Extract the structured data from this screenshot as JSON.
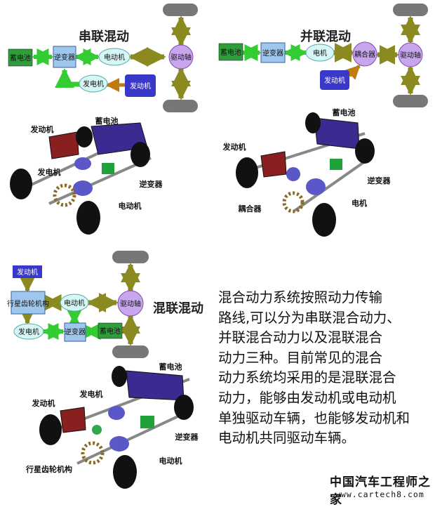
{
  "series_diagram": {
    "title": "串联混动",
    "labels": {
      "battery": "蓄电池",
      "inverter": "逆变器",
      "motor": "电动机",
      "drive_axle": "驱动轴",
      "generator": "发电机",
      "engine": "发动机"
    }
  },
  "parallel_diagram": {
    "title": "并联混动",
    "labels": {
      "battery": "蓄电池",
      "inverter": "逆变器",
      "motor": "电机",
      "coupler": "耦合器",
      "drive_axle": "驱动轴",
      "engine": "发动机"
    }
  },
  "series_parallel_diagram": {
    "title": "混联混动",
    "labels": {
      "engine": "发动机",
      "planetary": "行星齿轮机构",
      "motor": "电动机",
      "drive_axle": "驱动轴",
      "generator": "发电机",
      "inverter": "逆变器",
      "battery": "蓄电池"
    }
  },
  "series_car": {
    "labels": {
      "engine": "发动机",
      "battery": "蓄电池",
      "generator": "发电机",
      "inverter": "逆变器",
      "motor": "电动机"
    }
  },
  "parallel_car": {
    "labels": {
      "battery": "蓄电池",
      "engine": "发动机",
      "inverter": "逆变器",
      "motor": "电机",
      "coupler": "耦合器"
    }
  },
  "series_parallel_car": {
    "labels": {
      "battery": "蓄电池",
      "generator": "发电机",
      "engine": "发动机",
      "inverter": "逆变器",
      "planetary": "行星齿轮机构",
      "motor": "电动机"
    }
  },
  "description": [
    "混合动力系统按照动力传输",
    "路线,可以分为串联混合动力、",
    "并联混合动力以及混联混合",
    "动力三种。目前常见的混合",
    "动力系统均采用的是混联混合",
    "动力，能够由发动机或电动机",
    "单独驱动车辆，也能够发动机和",
    "电动机共同驱动车辆。"
  ],
  "watermark": {
    "name": "中国汽车工程师之家",
    "url": "www.cartech8.com"
  },
  "colors": {
    "battery_green": "#2e9e3a",
    "inverter_blue": "#9fc6ec",
    "motor_cyan": "#d6f7f5",
    "axle_purple": "#c7a6ee",
    "engine_blue": "#3a38c8",
    "arrow_green": "#33cc33",
    "arrow_olive": "#8a8a20",
    "wheel_gray": "#777777"
  }
}
